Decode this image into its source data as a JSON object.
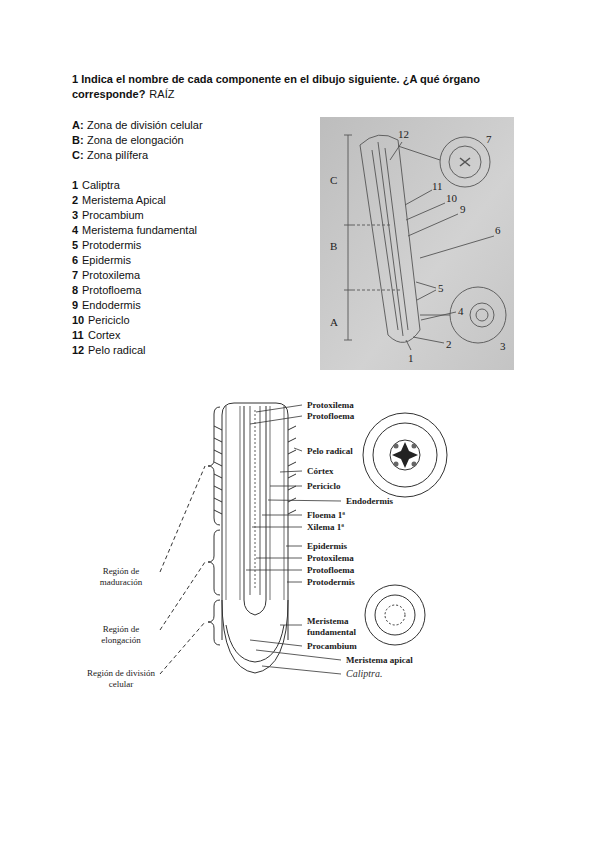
{
  "diagram": {
    "title": "1 Indica el nombre de cada componente en el dibujo siguiente. ¿A qué órgano corresponde?",
    "labels": [
      "RAÍZ",
      "A:",
      "Zona de división celular",
      "B:",
      "Zona de elongación",
      "C:",
      "Zona pilífera",
      "1",
      "Caliptra",
      "2",
      "Meristema Apical",
      "3",
      "Procambium",
      "4",
      "Meristema fundamental",
      "5",
      "Protodermis",
      "6",
      "Epidermis",
      "7",
      "Protoxilema",
      "8",
      "Protofloema",
      "9",
      "Endodermis",
      "10",
      "Periciclo",
      "11",
      "Cortex",
      "12",
      "Pelo radical",
      "C",
      "B",
      "A",
      "12",
      "7",
      "11",
      "10",
      "9",
      "6",
      "5",
      "4",
      "3",
      "2",
      "1",
      "Protoxilema",
      "Protofloema",
      "Pelo radical",
      "Córtex",
      "Periciclo",
      "Endodermis",
      "Floema 1ª",
      "Xilema 1ª",
      "Epidermis",
      "Protoxilema",
      "Protofloema",
      "Protodermis",
      "Meristema fundamental",
      "Procambium",
      "Meristema apical",
      "Caliptra.",
      "Región de maduración",
      "Región de elongación",
      "Región de división celular"
    ]
  }
}
